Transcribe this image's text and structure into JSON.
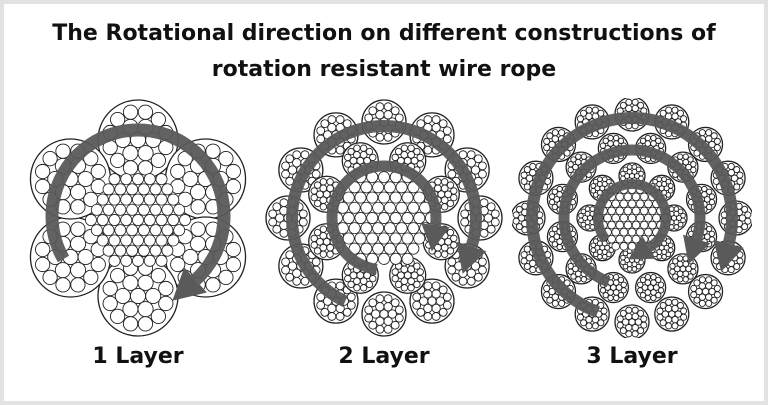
{
  "title": {
    "line1": "The Rotational direction on different constructions of",
    "line2": "rotation resistant wire rope"
  },
  "figures": [
    {
      "label": "1 Layer",
      "layers": 1
    },
    {
      "label": "2 Layer",
      "layers": 2
    },
    {
      "label": "3 Layer",
      "layers": 3
    }
  ],
  "colors": {
    "arrow": "#5a5a5a",
    "wire": "#222222"
  }
}
